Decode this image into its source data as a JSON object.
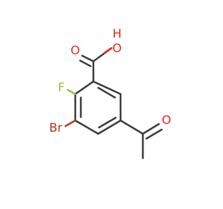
{
  "molecule": {
    "atoms": {
      "hydroxyl_h": {
        "label": "H",
        "color": "#e8261a"
      },
      "hydroxyl_o": {
        "label": "O",
        "color": "#e8261a"
      },
      "carbonyl_o_acid": {
        "label": "O",
        "color": "#e8261a"
      },
      "fluorine": {
        "label": "F",
        "color": "#8fc23a"
      },
      "bromine": {
        "label": "Br",
        "color": "#b5351f"
      },
      "carbonyl_o_ketone": {
        "label": "O",
        "color": "#e8261a"
      }
    },
    "bond_color": "#3a3a3a"
  }
}
